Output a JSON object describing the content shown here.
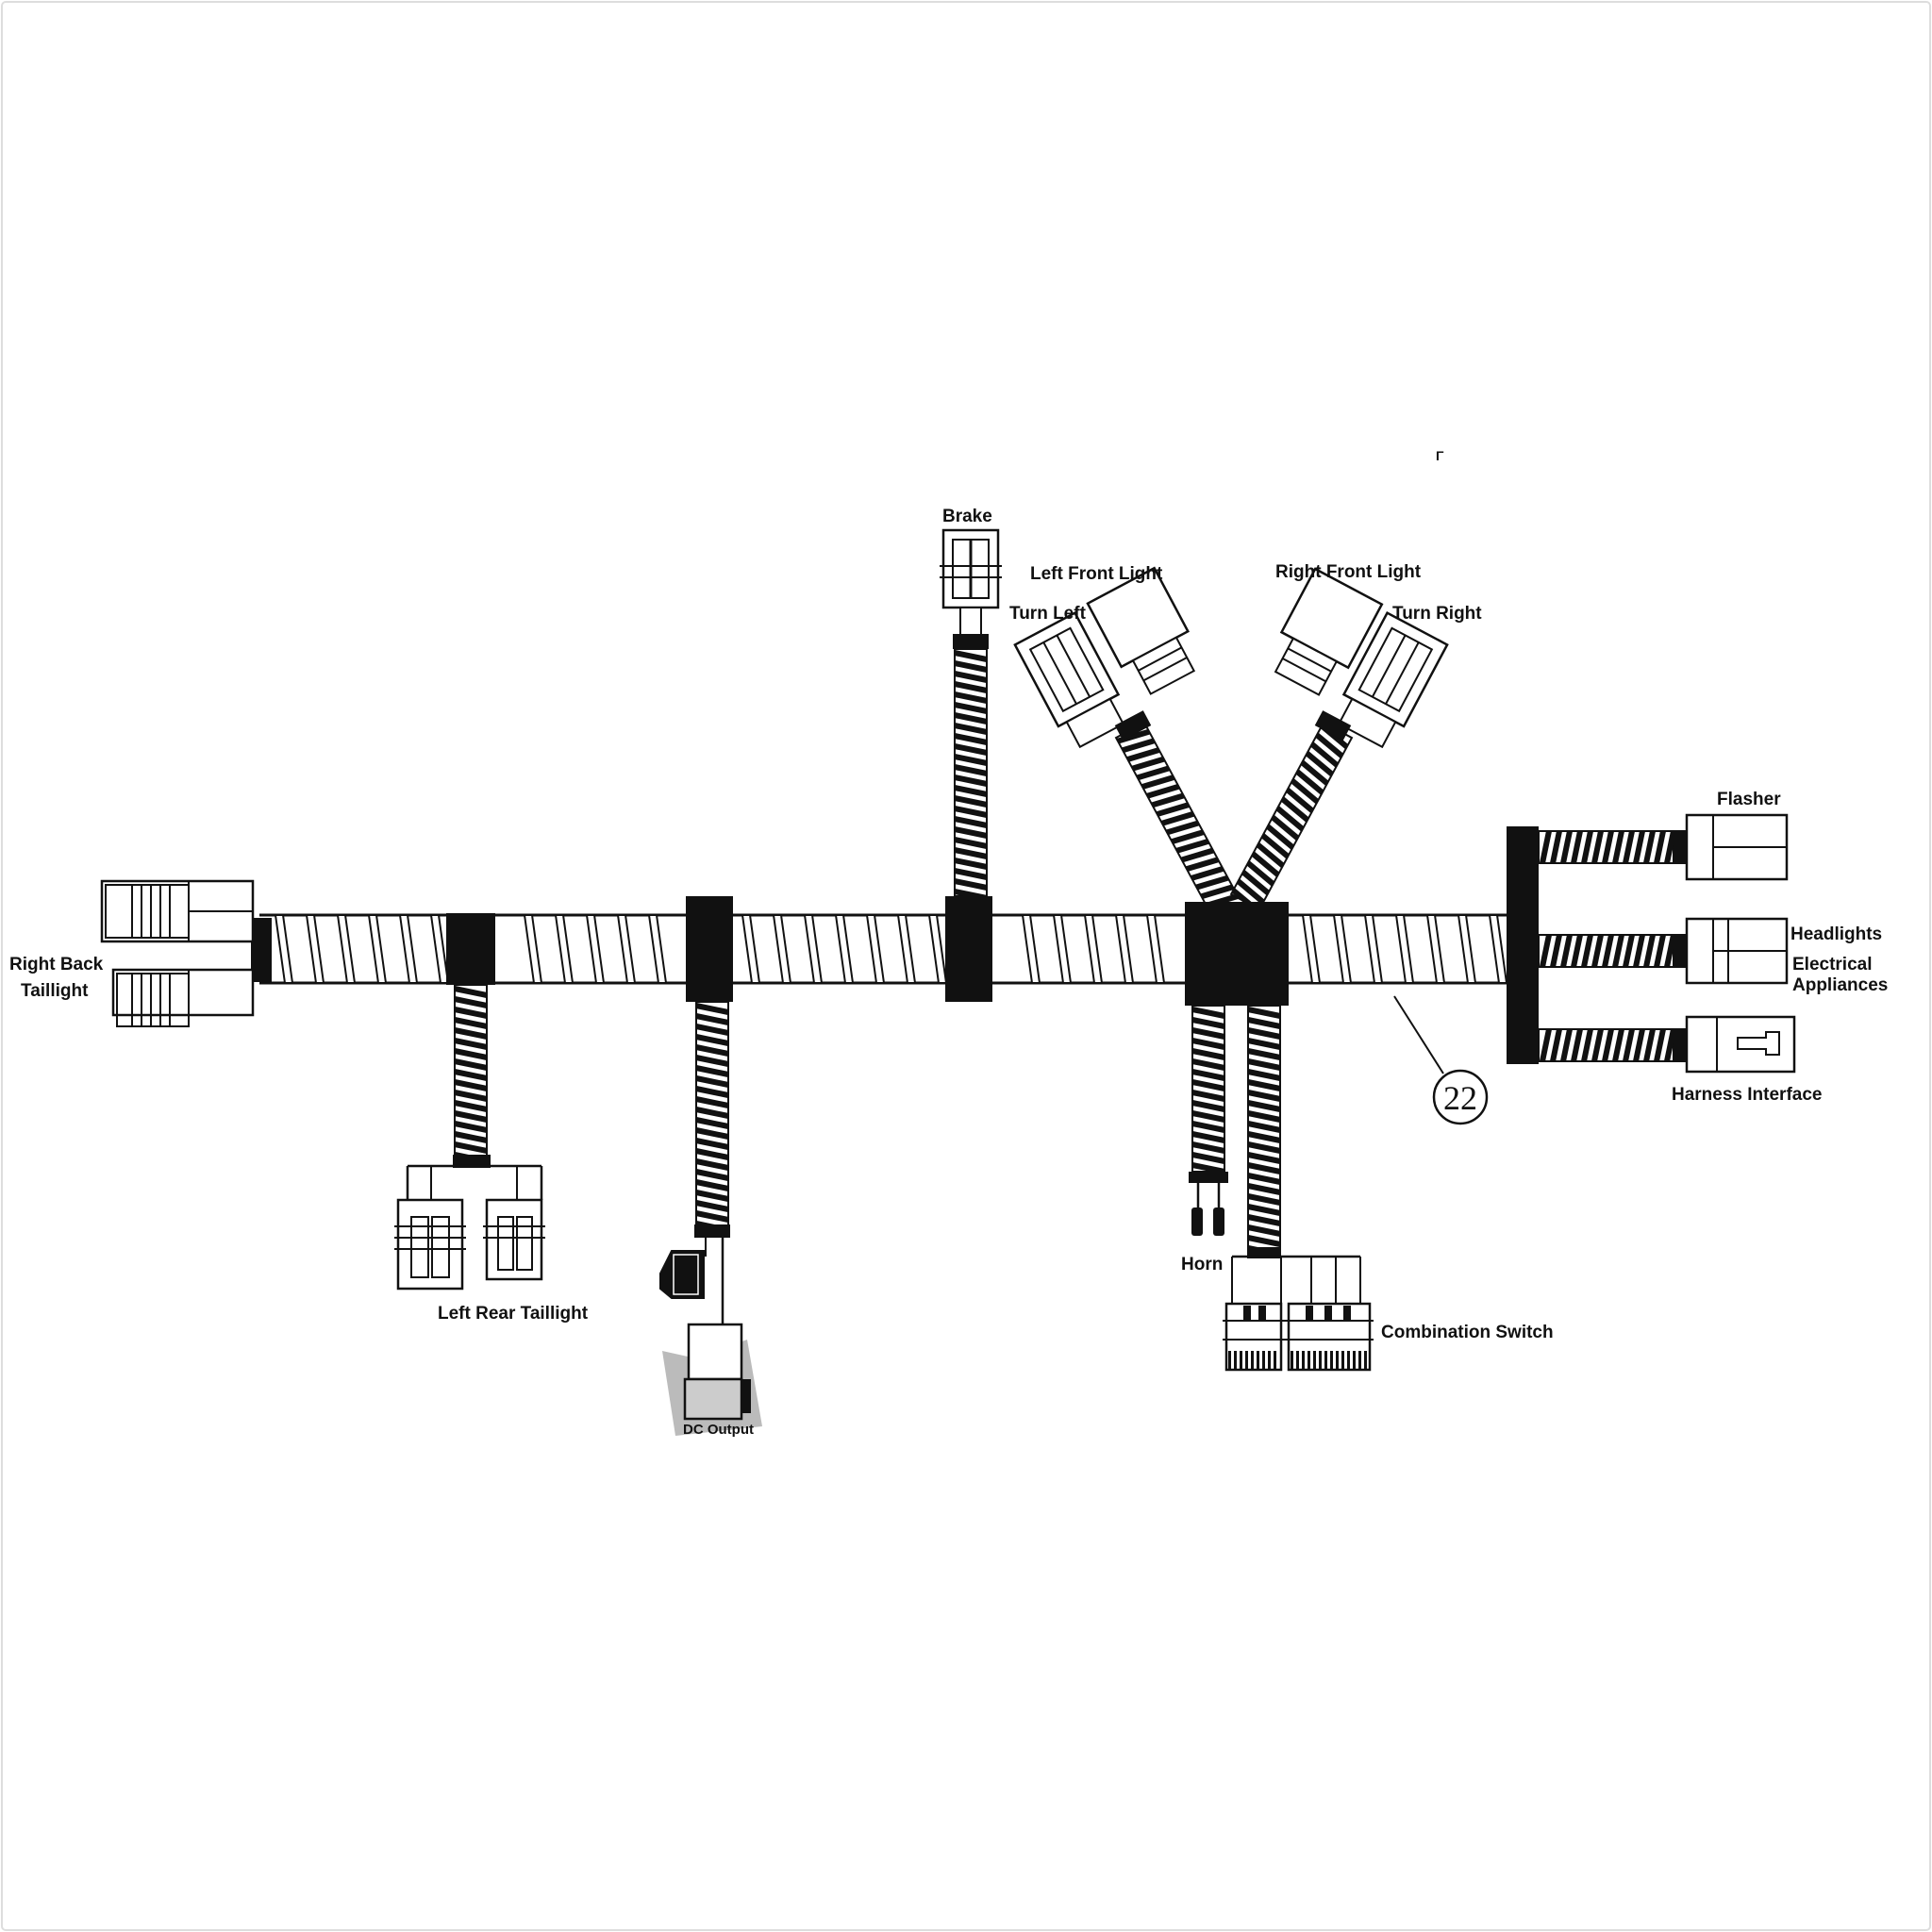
{
  "diagram": {
    "callout_number": "22",
    "stray_mark": "Γ",
    "labels": {
      "brake": "Brake",
      "left_front_light": "Left Front Light",
      "turn_left": "Turn Left",
      "right_front_light": "Right Front Light",
      "turn_right": "Turn Right",
      "flasher": "Flasher",
      "headlights": "Headlights",
      "electrical_line1": "Electrical",
      "electrical_line2": "Appliances",
      "harness_interface": "Harness Interface",
      "right_back_line1": "Right Back",
      "right_back_line2": "Taillight",
      "left_rear_taillight": "Left Rear Taillight",
      "dc_output": "DC Output",
      "horn": "Horn",
      "combination_switch": "Combination Switch"
    },
    "colors": {
      "ink": "#111111",
      "paper": "#ffffff",
      "shadow": "#aaaaaa"
    }
  }
}
